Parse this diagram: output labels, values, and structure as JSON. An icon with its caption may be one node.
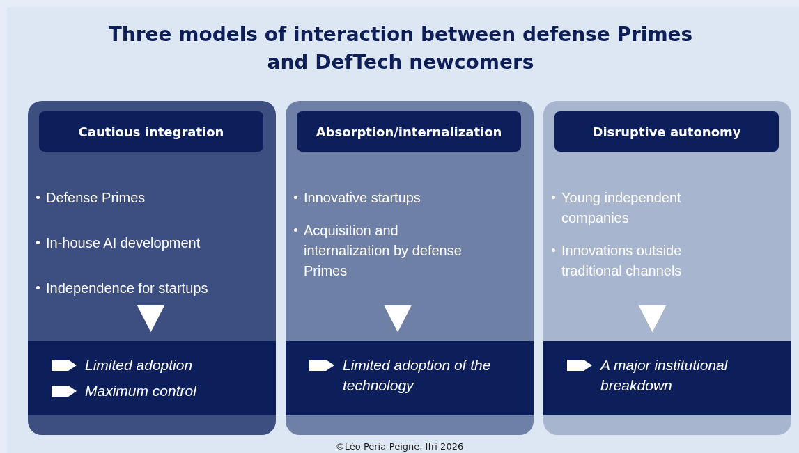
{
  "diagram": {
    "title": "Three models of interaction between defense Primes and DefTech newcomers",
    "caption": "©Léo Peria-Peigné, Ifri 2026",
    "nodes": [
      {
        "text": [],
        "shape": "box"
      },
      {
        "text": [
          "Cautious integration"
        ],
        "in": 0
      },
      {
        "text": [
          "Defense Primes",
          "In-house AI development",
          "Independence for startups"
        ],
        "in": 0
      },
      {
        "text": [
          "Limited adoption",
          "Maximum control"
        ],
        "in": 0
      },
      {
        "text": [],
        "shape": "box"
      },
      {
        "text": [
          "Absorption/internalization"
        ],
        "in": 4
      },
      {
        "text": [
          "Innovative startups",
          "Acquisition and internalization by defense Primes"
        ],
        "in": 4
      },
      {
        "text": [
          "Limited adoption of the technology"
        ],
        "in": 4
      },
      {
        "text": [],
        "shape": "box"
      },
      {
        "text": [
          "Disruptive autonomy"
        ],
        "in": 8
      },
      {
        "text": [
          "Young independent companies",
          "Innovations outside traditional channels"
        ],
        "in": 8
      },
      {
        "text": [
          "A major institutional breakdown"
        ],
        "in": 8
      }
    ],
    "edges": [
      {
        "from": 2,
        "to": 3,
        "arrow": "to"
      },
      {
        "from": 6,
        "to": 7,
        "arrow": "to"
      },
      {
        "from": 10,
        "to": 11,
        "arrow": "to"
      }
    ]
  }
}
